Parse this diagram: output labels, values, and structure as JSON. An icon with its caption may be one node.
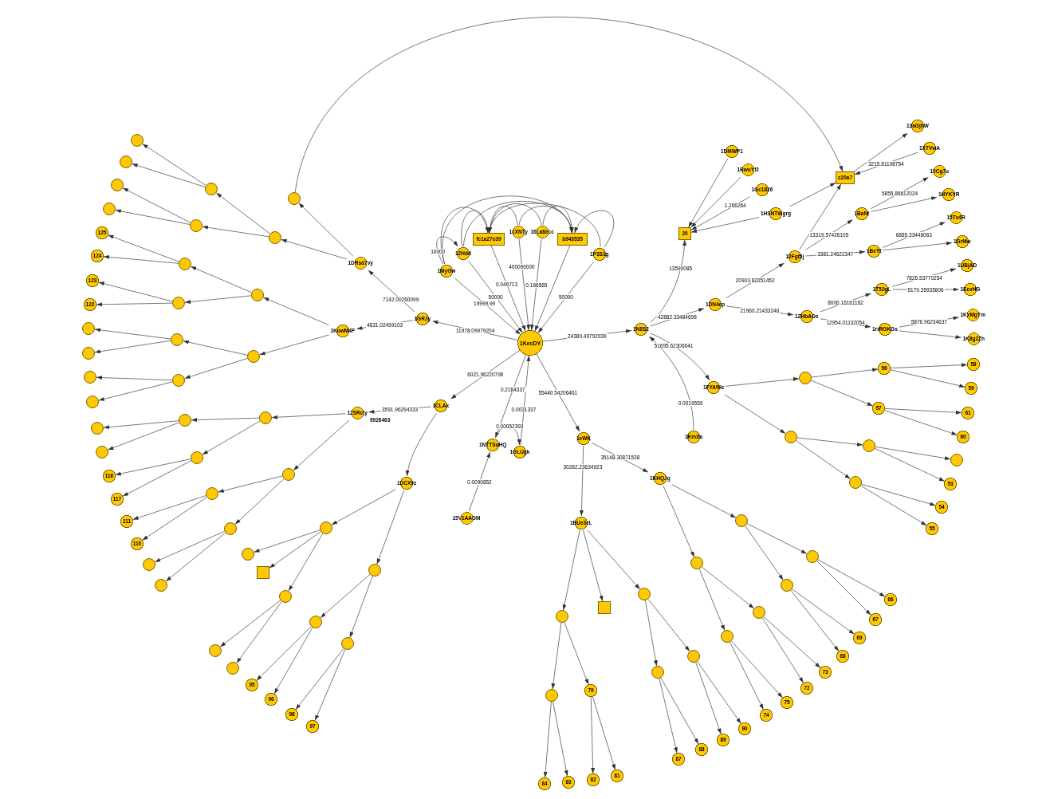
{
  "diagram": {
    "nodes": [
      {
        "text": [
          "1KecDY"
        ]
      },
      {
        "text": [
          "1MyGw"
        ]
      },
      {
        "text": [
          "12Hdd"
        ]
      },
      {
        "text": [
          "fc1a27e39"
        ]
      },
      {
        "text": [
          "1cXNTy"
        ]
      },
      {
        "text": [
          "16La8ecc"
        ]
      },
      {
        "text": [
          "b943535"
        ]
      },
      {
        "text": [
          "1P3S1g"
        ]
      },
      {
        "text": [
          "1GRJy"
        ]
      },
      {
        "text": [
          "1DRsd7vy"
        ]
      },
      {
        "text": [
          "1KowM4P"
        ]
      },
      {
        "text": [],
        "shape": "circle"
      },
      {
        "text": [],
        "shape": "circle"
      },
      {
        "text": [],
        "shape": "circle"
      },
      {
        "text": [],
        "shape": "circle"
      },
      {
        "text": [],
        "shape": "circle"
      },
      {
        "text": [],
        "shape": "circle"
      },
      {
        "text": [],
        "shape": "circle"
      },
      {
        "text": [],
        "shape": "circle"
      },
      {
        "text": [
          "125"
        ]
      },
      {
        "text": [
          "124"
        ]
      },
      {
        "text": [],
        "shape": "circle"
      },
      {
        "text": [],
        "shape": "circle"
      },
      {
        "text": [
          "123"
        ]
      },
      {
        "text": [
          "122"
        ]
      },
      {
        "text": [],
        "shape": "circle"
      },
      {
        "text": [],
        "shape": "circle"
      },
      {
        "text": [],
        "shape": "circle"
      },
      {
        "text": [],
        "shape": "circle"
      },
      {
        "text": [],
        "shape": "circle"
      },
      {
        "text": [],
        "shape": "circle"
      },
      {
        "text": [],
        "shape": "circle"
      },
      {
        "text": [],
        "shape": "circle"
      },
      {
        "text": [
          "1CLAx"
        ]
      },
      {
        "text": [
          "12SRcly"
        ],
        "beside": [
          "9926463"
        ]
      },
      {
        "text": [],
        "shape": "circle"
      },
      {
        "text": [],
        "shape": "circle"
      },
      {
        "text": [],
        "shape": "circle"
      },
      {
        "text": [],
        "shape": "circle"
      },
      {
        "text": [],
        "shape": "circle"
      },
      {
        "text": [
          "116"
        ]
      },
      {
        "text": [
          "117"
        ]
      },
      {
        "text": [],
        "shape": "circle"
      },
      {
        "text": [],
        "shape": "circle"
      },
      {
        "text": [
          "111"
        ]
      },
      {
        "text": [
          "110"
        ]
      },
      {
        "text": [],
        "shape": "circle"
      },
      {
        "text": [],
        "shape": "circle"
      },
      {
        "text": [],
        "shape": "circle"
      },
      {
        "text": [
          "1DCX9z"
        ]
      },
      {
        "text": [],
        "shape": "circle"
      },
      {
        "text": [],
        "shape": "circle"
      },
      {
        "text": [],
        "shape": "box"
      },
      {
        "text": [],
        "shape": "circle"
      },
      {
        "text": [],
        "shape": "circle"
      },
      {
        "text": [],
        "shape": "circle"
      },
      {
        "text": [],
        "shape": "circle"
      },
      {
        "text": [],
        "shape": "circle"
      },
      {
        "text": [],
        "shape": "circle"
      },
      {
        "text": [
          "95"
        ]
      },
      {
        "text": [
          "96"
        ]
      },
      {
        "text": [
          "98"
        ]
      },
      {
        "text": [
          "97"
        ]
      },
      {
        "text": [
          "1NTTSuHQ"
        ]
      },
      {
        "text": [
          "1GLUgk"
        ]
      },
      {
        "text": [
          "15V1AAGM"
        ]
      },
      {
        "text": [
          "1eWK"
        ]
      },
      {
        "text": [
          "1KHQJg"
        ]
      },
      {
        "text": [
          "1BUe3eL"
        ]
      },
      {
        "text": [],
        "shape": "circle"
      },
      {
        "text": [],
        "shape": "box"
      },
      {
        "text": [],
        "shape": "circle"
      },
      {
        "text": [],
        "shape": "circle"
      },
      {
        "text": [
          "79"
        ]
      },
      {
        "text": [
          "84"
        ]
      },
      {
        "text": [
          "83"
        ]
      },
      {
        "text": [
          "82"
        ]
      },
      {
        "text": [
          "81"
        ]
      },
      {
        "text": [],
        "shape": "circle"
      },
      {
        "text": [],
        "shape": "circle"
      },
      {
        "text": [],
        "shape": "circle"
      },
      {
        "text": [],
        "shape": "circle"
      },
      {
        "text": [
          "87"
        ]
      },
      {
        "text": [
          "88"
        ]
      },
      {
        "text": [
          "89"
        ]
      },
      {
        "text": [
          "90"
        ]
      },
      {
        "text": [],
        "shape": "circle"
      },
      {
        "text": [],
        "shape": "circle"
      },
      {
        "text": [
          "74"
        ]
      },
      {
        "text": [
          "75"
        ]
      },
      {
        "text": [
          "72"
        ]
      },
      {
        "text": [
          "73"
        ]
      },
      {
        "text": [],
        "shape": "circle"
      },
      {
        "text": [],
        "shape": "circle"
      },
      {
        "text": [
          "66"
        ]
      },
      {
        "text": [
          "67"
        ]
      },
      {
        "text": [
          "69"
        ]
      },
      {
        "text": [
          "68"
        ]
      },
      {
        "text": [
          "1N8S2"
        ]
      },
      {
        "text": [
          "20"
        ]
      },
      {
        "text": [
          "1DMWP1"
        ]
      },
      {
        "text": [
          "1BwuYf2"
        ]
      },
      {
        "text": [
          "1Gc1826"
        ]
      },
      {
        "text": [
          "1HSNTWgrg"
        ]
      },
      {
        "text": [
          "c20a7"
        ]
      },
      {
        "text": [
          "13aGjhW"
        ]
      },
      {
        "text": [
          "1XTVwA"
        ]
      },
      {
        "text": [
          "1DN4ep"
        ]
      },
      {
        "text": [
          "12Fgt5j"
        ]
      },
      {
        "text": [
          "1BaNt"
        ]
      },
      {
        "text": [
          "1BeYt"
        ]
      },
      {
        "text": [
          "10Cg7u"
        ]
      },
      {
        "text": [
          "1HYKYR"
        ]
      },
      {
        "text": [
          "15Tv4R"
        ]
      },
      {
        "text": [
          "1GrMw"
        ]
      },
      {
        "text": [
          "1ZHbAGs"
        ]
      },
      {
        "text": [
          "1T52gL"
        ]
      },
      {
        "text": [
          "1rrRGKGs"
        ]
      },
      {
        "text": [
          "1UBjAD"
        ]
      },
      {
        "text": [
          "1EcvHG"
        ]
      },
      {
        "text": [
          "1KxMgYm"
        ]
      },
      {
        "text": [
          "1K8g2Zh"
        ]
      },
      {
        "text": [
          "1FYAfHz"
        ]
      },
      {
        "text": [],
        "shape": "circle"
      },
      {
        "text": [
          "56"
        ]
      },
      {
        "text": [
          "57"
        ]
      },
      {
        "text": [
          "58"
        ]
      },
      {
        "text": [
          "59"
        ]
      },
      {
        "text": [
          "61"
        ]
      },
      {
        "text": [
          "60"
        ]
      },
      {
        "text": [],
        "shape": "circle"
      },
      {
        "text": [
          "1KmXa"
        ]
      },
      {
        "text": [],
        "shape": "circle"
      },
      {
        "text": [],
        "shape": "circle"
      },
      {
        "text": [],
        "shape": "circle"
      },
      {
        "text": [
          "53"
        ]
      },
      {
        "text": [
          "54"
        ]
      },
      {
        "text": [
          "55"
        ]
      }
    ],
    "edges": [
      {
        "from": 1,
        "to": 0,
        "arrow": "to",
        "label": "19999.99"
      },
      {
        "from": 2,
        "to": 0,
        "arrow": "to",
        "label": "50000"
      },
      {
        "from": 3,
        "to": 0,
        "arrow": "to",
        "label": "0.046713"
      },
      {
        "from": 4,
        "to": 0,
        "arrow": "to",
        "label": "400090000"
      },
      {
        "from": 5,
        "to": 0,
        "arrow": "to",
        "label": "0.166565"
      },
      {
        "from": 6,
        "to": 0,
        "arrow": "to"
      },
      {
        "from": 7,
        "to": 0,
        "arrow": "to",
        "label": "50000"
      },
      {
        "from": 1,
        "to": 2,
        "arrow": "to",
        "label": "10000"
      },
      {
        "from": 1,
        "to": 3,
        "arrow": "to"
      },
      {
        "from": 1,
        "to": 6,
        "arrow": "to"
      },
      {
        "from": 2,
        "to": 3,
        "arrow": "to"
      },
      {
        "from": 2,
        "to": 6,
        "arrow": "to"
      },
      {
        "from": 4,
        "to": 3,
        "arrow": "to"
      },
      {
        "from": 4,
        "to": 6,
        "arrow": "to"
      },
      {
        "from": 5,
        "to": 3,
        "arrow": "to"
      },
      {
        "from": 5,
        "to": 6,
        "arrow": "to"
      },
      {
        "from": 7,
        "to": 3,
        "arrow": "to"
      },
      {
        "from": 7,
        "to": 6,
        "arrow": "to"
      },
      {
        "from": 0,
        "to": 8,
        "arrow": "to",
        "label": "11978.09979204"
      },
      {
        "from": 8,
        "to": 9,
        "arrow": "to",
        "label": "7142.00260099"
      },
      {
        "from": 8,
        "to": 10,
        "arrow": "to",
        "label": "4831.02499103"
      },
      {
        "from": 9,
        "to": 11,
        "arrow": "to"
      },
      {
        "from": 9,
        "to": 12,
        "arrow": "to"
      },
      {
        "from": 11,
        "to": 104,
        "arrow": "to"
      },
      {
        "from": 12,
        "to": 13,
        "arrow": "to"
      },
      {
        "from": 12,
        "to": 16,
        "arrow": "to"
      },
      {
        "from": 13,
        "to": 14,
        "arrow": "to"
      },
      {
        "from": 13,
        "to": 15,
        "arrow": "to"
      },
      {
        "from": 16,
        "to": 17,
        "arrow": "to"
      },
      {
        "from": 16,
        "to": 18,
        "arrow": "to"
      },
      {
        "from": 21,
        "to": 19,
        "arrow": "to"
      },
      {
        "from": 21,
        "to": 20,
        "arrow": "to"
      },
      {
        "from": 10,
        "to": 22,
        "arrow": "to"
      },
      {
        "from": 22,
        "to": 21,
        "arrow": "to"
      },
      {
        "from": 22,
        "to": 25,
        "arrow": "to"
      },
      {
        "from": 25,
        "to": 23,
        "arrow": "to"
      },
      {
        "from": 25,
        "to": 24,
        "arrow": "to"
      },
      {
        "from": 10,
        "to": 26,
        "arrow": "to"
      },
      {
        "from": 26,
        "to": 27,
        "arrow": "to"
      },
      {
        "from": 27,
        "to": 28,
        "arrow": "to"
      },
      {
        "from": 27,
        "to": 29,
        "arrow": "to"
      },
      {
        "from": 26,
        "to": 30,
        "arrow": "to"
      },
      {
        "from": 30,
        "to": 31,
        "arrow": "to"
      },
      {
        "from": 30,
        "to": 32,
        "arrow": "to"
      },
      {
        "from": 0,
        "to": 33,
        "arrow": "to",
        "label": "6021.96220796"
      },
      {
        "from": 33,
        "to": 34,
        "arrow": "to",
        "label": "3591.96294333"
      },
      {
        "from": 34,
        "to": 35,
        "arrow": "to"
      },
      {
        "from": 35,
        "to": 36,
        "arrow": "to"
      },
      {
        "from": 36,
        "to": 37,
        "arrow": "to"
      },
      {
        "from": 36,
        "to": 38,
        "arrow": "to"
      },
      {
        "from": 35,
        "to": 39,
        "arrow": "to"
      },
      {
        "from": 39,
        "to": 40,
        "arrow": "to"
      },
      {
        "from": 39,
        "to": 41,
        "arrow": "to"
      },
      {
        "from": 34,
        "to": 42,
        "arrow": "to"
      },
      {
        "from": 42,
        "to": 43,
        "arrow": "to"
      },
      {
        "from": 43,
        "to": 44,
        "arrow": "to"
      },
      {
        "from": 43,
        "to": 45,
        "arrow": "to"
      },
      {
        "from": 42,
        "to": 46,
        "arrow": "to"
      },
      {
        "from": 46,
        "to": 47,
        "arrow": "to"
      },
      {
        "from": 46,
        "to": 48,
        "arrow": "to"
      },
      {
        "from": 33,
        "to": 49,
        "arrow": "to"
      },
      {
        "from": 49,
        "to": 50,
        "arrow": "to"
      },
      {
        "from": 50,
        "to": 51,
        "arrow": "to"
      },
      {
        "from": 50,
        "to": 52,
        "arrow": "to"
      },
      {
        "from": 50,
        "to": 53,
        "arrow": "to"
      },
      {
        "from": 49,
        "to": 54,
        "arrow": "to"
      },
      {
        "from": 54,
        "to": 55,
        "arrow": "to"
      },
      {
        "from": 54,
        "to": 56,
        "arrow": "to"
      },
      {
        "from": 53,
        "to": 57,
        "arrow": "to"
      },
      {
        "from": 53,
        "to": 58,
        "arrow": "to"
      },
      {
        "from": 55,
        "to": 59,
        "arrow": "to"
      },
      {
        "from": 55,
        "to": 60,
        "arrow": "to"
      },
      {
        "from": 56,
        "to": 61,
        "arrow": "to"
      },
      {
        "from": 56,
        "to": 62,
        "arrow": "to"
      },
      {
        "from": 0,
        "to": 63,
        "arrow": "to",
        "label": "0.2184337"
      },
      {
        "from": 64,
        "to": 0,
        "arrow": "to",
        "label": "0.0031337"
      },
      {
        "from": 63,
        "to": 64,
        "arrow": "to",
        "label": "0.00052393"
      },
      {
        "from": 65,
        "to": 63,
        "arrow": "to",
        "label": "0.0090852"
      },
      {
        "from": 0,
        "to": 66,
        "arrow": "to",
        "label": "55440.54206461"
      },
      {
        "from": 66,
        "to": 67,
        "arrow": "to",
        "label": "35148.30871538"
      },
      {
        "from": 66,
        "to": 68,
        "arrow": "to",
        "label": "30282.23634923"
      },
      {
        "from": 68,
        "to": 69,
        "arrow": "to"
      },
      {
        "from": 68,
        "to": 70,
        "arrow": "to"
      },
      {
        "from": 68,
        "to": 71,
        "arrow": "to"
      },
      {
        "from": 69,
        "to": 72,
        "arrow": "to"
      },
      {
        "from": 69,
        "to": 73,
        "arrow": "to"
      },
      {
        "from": 72,
        "to": 74,
        "arrow": "to"
      },
      {
        "from": 72,
        "to": 75,
        "arrow": "to"
      },
      {
        "from": 73,
        "to": 76,
        "arrow": "to"
      },
      {
        "from": 73,
        "to": 77,
        "arrow": "to"
      },
      {
        "from": 67,
        "to": 78,
        "arrow": "to"
      },
      {
        "from": 67,
        "to": 79,
        "arrow": "to"
      },
      {
        "from": 71,
        "to": 80,
        "arrow": "to"
      },
      {
        "from": 71,
        "to": 81,
        "arrow": "to"
      },
      {
        "from": 80,
        "to": 82,
        "arrow": "to"
      },
      {
        "from": 80,
        "to": 83,
        "arrow": "to"
      },
      {
        "from": 81,
        "to": 84,
        "arrow": "to"
      },
      {
        "from": 81,
        "to": 85,
        "arrow": "to"
      },
      {
        "from": 79,
        "to": 86,
        "arrow": "to"
      },
      {
        "from": 79,
        "to": 87,
        "arrow": "to"
      },
      {
        "from": 86,
        "to": 88,
        "arrow": "to"
      },
      {
        "from": 86,
        "to": 89,
        "arrow": "to"
      },
      {
        "from": 87,
        "to": 90,
        "arrow": "to"
      },
      {
        "from": 87,
        "to": 91,
        "arrow": "to"
      },
      {
        "from": 78,
        "to": 92,
        "arrow": "to"
      },
      {
        "from": 78,
        "to": 93,
        "arrow": "to"
      },
      {
        "from": 92,
        "to": 94,
        "arrow": "to"
      },
      {
        "from": 92,
        "to": 95,
        "arrow": "to"
      },
      {
        "from": 93,
        "to": 96,
        "arrow": "to"
      },
      {
        "from": 93,
        "to": 97,
        "arrow": "to"
      },
      {
        "from": 0,
        "to": 98,
        "arrow": "to",
        "label": "24389.49792939"
      },
      {
        "from": 98,
        "to": 99,
        "arrow": "to",
        "label": "13590085"
      },
      {
        "from": 100,
        "to": 99,
        "arrow": "to"
      },
      {
        "from": 101,
        "to": 99,
        "arrow": "to"
      },
      {
        "from": 102,
        "to": 99,
        "arrow": "to",
        "label": "1.266264"
      },
      {
        "from": 103,
        "to": 99,
        "arrow": "to"
      },
      {
        "from": 103,
        "to": 104,
        "arrow": "to"
      },
      {
        "from": 104,
        "to": 105,
        "arrow": "to"
      },
      {
        "from": 106,
        "to": 104,
        "arrow": "to",
        "label": "3215.81198754"
      },
      {
        "from": 98,
        "to": 107,
        "arrow": "to",
        "label": "42882.33484698"
      },
      {
        "from": 107,
        "to": 108,
        "arrow": "to",
        "label": "20903.82051452"
      },
      {
        "from": 108,
        "to": 104,
        "arrow": "to"
      },
      {
        "from": 108,
        "to": 109,
        "arrow": "to",
        "label": "13319.57426105"
      },
      {
        "from": 108,
        "to": 110,
        "arrow": "to",
        "label": "3381.24622347"
      },
      {
        "from": 109,
        "to": 111,
        "arrow": "to",
        "label": "5855.86612024"
      },
      {
        "from": 109,
        "to": 112,
        "arrow": "to"
      },
      {
        "from": 110,
        "to": 113,
        "arrow": "to",
        "label": "6885.33446063"
      },
      {
        "from": 110,
        "to": 114,
        "arrow": "to"
      },
      {
        "from": 107,
        "to": 115,
        "arrow": "to",
        "label": "21960.21433246"
      },
      {
        "from": 115,
        "to": 116,
        "arrow": "to",
        "label": "8006.16161182"
      },
      {
        "from": 115,
        "to": 117,
        "arrow": "to",
        "label": "12954.01132054"
      },
      {
        "from": 116,
        "to": 118,
        "arrow": "to",
        "label": "7826.53770254"
      },
      {
        "from": 116,
        "to": 119,
        "arrow": "to",
        "label": "5179.35935806"
      },
      {
        "from": 117,
        "to": 120,
        "arrow": "to",
        "label": "5876.96234637"
      },
      {
        "from": 117,
        "to": 121,
        "arrow": "to"
      },
      {
        "from": 98,
        "to": 122,
        "arrow": "to",
        "label": "51695.62306641"
      },
      {
        "from": 122,
        "to": 123,
        "arrow": "to"
      },
      {
        "from": 123,
        "to": 124,
        "arrow": "to"
      },
      {
        "from": 123,
        "to": 125,
        "arrow": "to"
      },
      {
        "from": 124,
        "to": 126,
        "arrow": "to"
      },
      {
        "from": 124,
        "to": 127,
        "arrow": "to"
      },
      {
        "from": 125,
        "to": 128,
        "arrow": "to"
      },
      {
        "from": 125,
        "to": 129,
        "arrow": "to"
      },
      {
        "from": 122,
        "to": 130,
        "arrow": "to"
      },
      {
        "from": 131,
        "to": 98,
        "arrow": "to",
        "label": "0.0019559"
      },
      {
        "from": 130,
        "to": 132,
        "arrow": "to"
      },
      {
        "from": 130,
        "to": 133,
        "arrow": "to"
      },
      {
        "from": 132,
        "to": 134,
        "arrow": "to"
      },
      {
        "from": 132,
        "to": 135,
        "arrow": "to"
      },
      {
        "from": 133,
        "to": 136,
        "arrow": "to"
      },
      {
        "from": 133,
        "to": 137,
        "arrow": "to"
      }
    ]
  }
}
